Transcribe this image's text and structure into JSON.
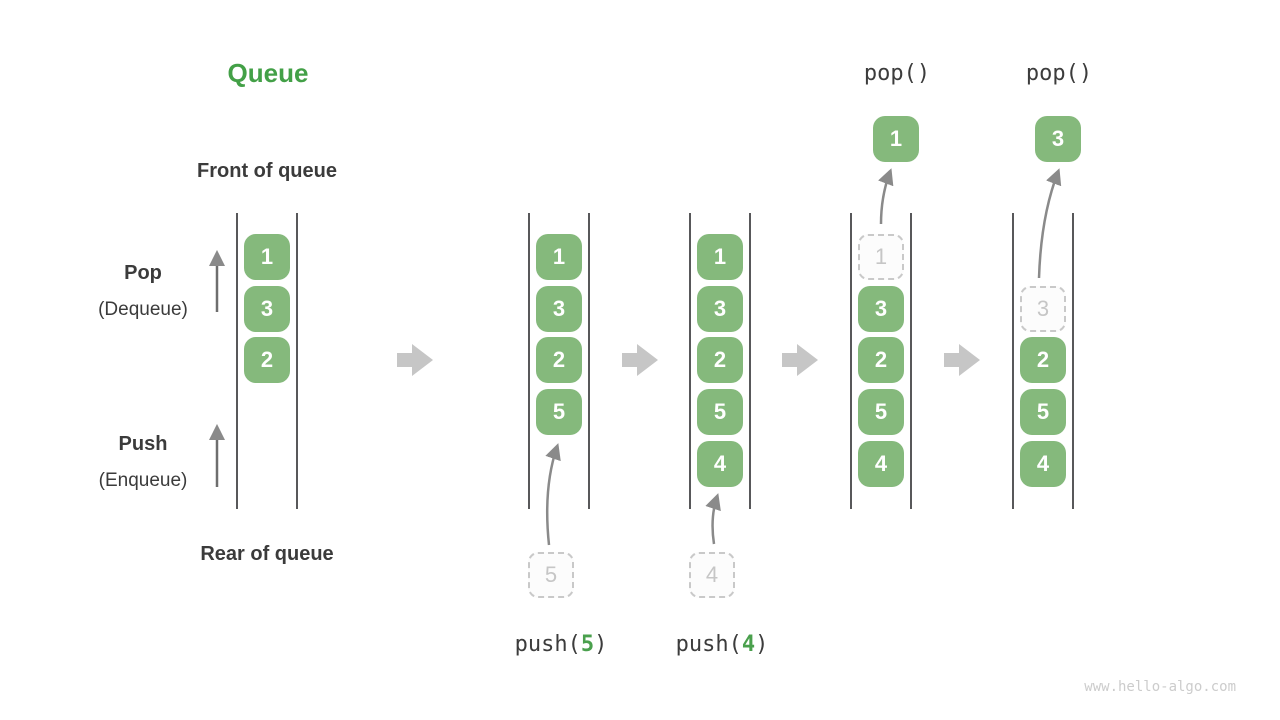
{
  "title": "Queue",
  "labels": {
    "front_of_queue": "Front of queue",
    "rear_of_queue": "Rear of queue",
    "pop_op": "Pop",
    "pop_sub": "(Dequeue)",
    "push_op": "Push",
    "push_sub": "(Enqueue)"
  },
  "watermark": "www.hello-algo.com",
  "colors": {
    "box_green": "#85b97c",
    "title_green": "#43a047",
    "push_arg_green": "#4aa04d",
    "dark_text": "#3b3b3b",
    "rail_gray": "#58585a",
    "arrow_gray": "#8a8a8a",
    "flow_arrow_gray": "#c6c6c6",
    "dashed_border": "#c9c9c9",
    "dashed_text": "#c6c6c6",
    "watermark_gray": "#cccccc"
  },
  "states": [
    {
      "name": "initial",
      "items": [
        {
          "value": "1",
          "row": 0,
          "style": "solid"
        },
        {
          "value": "3",
          "row": 1,
          "style": "solid"
        },
        {
          "value": "2",
          "row": 2,
          "style": "solid"
        }
      ]
    },
    {
      "name": "after-push-5",
      "items": [
        {
          "value": "1",
          "row": 0,
          "style": "solid"
        },
        {
          "value": "3",
          "row": 1,
          "style": "solid"
        },
        {
          "value": "2",
          "row": 2,
          "style": "solid"
        },
        {
          "value": "5",
          "row": 3,
          "style": "solid"
        }
      ],
      "incoming": {
        "value": "5",
        "label_prefix": "push(",
        "label_arg": "5",
        "label_suffix": ")"
      }
    },
    {
      "name": "after-push-4",
      "items": [
        {
          "value": "1",
          "row": 0,
          "style": "solid"
        },
        {
          "value": "3",
          "row": 1,
          "style": "solid"
        },
        {
          "value": "2",
          "row": 2,
          "style": "solid"
        },
        {
          "value": "5",
          "row": 3,
          "style": "solid"
        },
        {
          "value": "4",
          "row": 4,
          "style": "solid"
        }
      ],
      "incoming": {
        "value": "4",
        "label_prefix": "push(",
        "label_arg": "4",
        "label_suffix": ")"
      }
    },
    {
      "name": "after-pop-1",
      "items": [
        {
          "value": "1",
          "row": 0,
          "style": "dashed"
        },
        {
          "value": "3",
          "row": 1,
          "style": "solid"
        },
        {
          "value": "2",
          "row": 2,
          "style": "solid"
        },
        {
          "value": "5",
          "row": 3,
          "style": "solid"
        },
        {
          "value": "4",
          "row": 4,
          "style": "solid"
        }
      ],
      "outgoing": {
        "value": "1",
        "label": "pop()"
      }
    },
    {
      "name": "after-pop-3",
      "items": [
        {
          "value": "3",
          "row": 1,
          "style": "dashed"
        },
        {
          "value": "2",
          "row": 2,
          "style": "solid"
        },
        {
          "value": "5",
          "row": 3,
          "style": "solid"
        },
        {
          "value": "4",
          "row": 4,
          "style": "solid"
        }
      ],
      "outgoing": {
        "value": "3",
        "label": "pop()"
      }
    }
  ]
}
